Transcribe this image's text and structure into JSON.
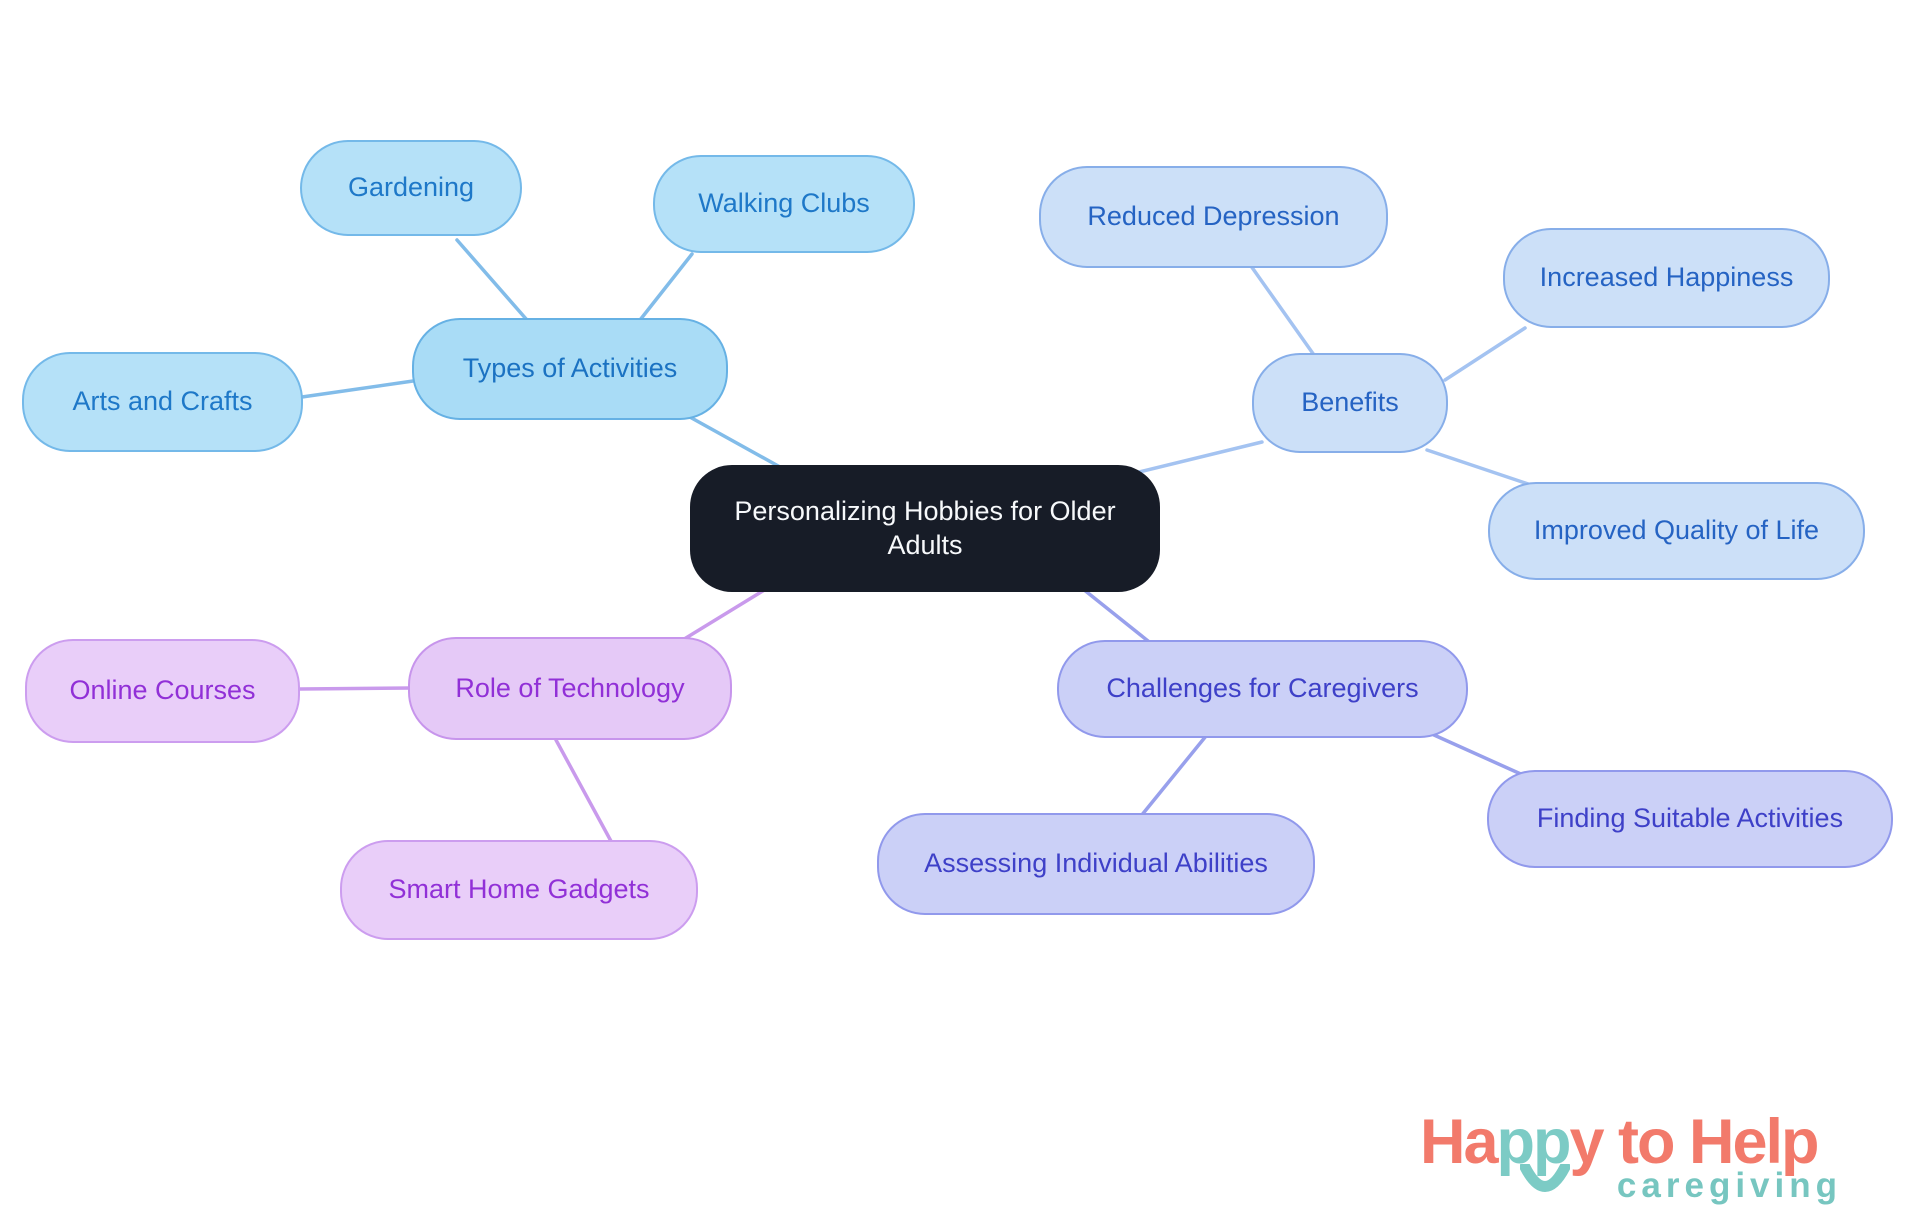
{
  "mindmap": {
    "central": {
      "label": "Personalizing Hobbies for Older Adults",
      "fill": "#171C27",
      "text_color": "#F7F9FB"
    },
    "branches": [
      {
        "label": "Types of Activities",
        "fill": "#A9DCF6",
        "border_color": "#66B1E4",
        "text_color": "#1B72C2",
        "edge_color": "#82BCE9",
        "children": [
          "Gardening",
          "Walking Clubs",
          "Arts and Crafts"
        ]
      },
      {
        "label": "Benefits",
        "fill": "#CCE0F8",
        "border_color": "#87AEE9",
        "text_color": "#2563C3",
        "edge_color": "#A4C3F1",
        "children": [
          "Reduced Depression",
          "Increased Happiness",
          "Improved Quality of Life"
        ]
      },
      {
        "label": "Role of Technology",
        "fill": "#E5C9F7",
        "border_color": "#C795EC",
        "text_color": "#9130D7",
        "edge_color": "#C99AEC",
        "children": [
          "Online Courses",
          "Smart Home Gadgets"
        ]
      },
      {
        "label": "Challenges for Caregivers",
        "fill": "#CBD0F7",
        "border_color": "#9199EC",
        "text_color": "#3E40C8",
        "edge_color": "#98A0EC",
        "children": [
          "Assessing Individual Abilities",
          "Finding Suitable Activities"
        ]
      }
    ]
  },
  "logo": {
    "brand_part_1": "Ha",
    "brand_part_2": "pp",
    "brand_part_3": "y to Help",
    "tagline": "caregiving",
    "coral": "#F27A6B",
    "teal": "#7CCBC5"
  }
}
